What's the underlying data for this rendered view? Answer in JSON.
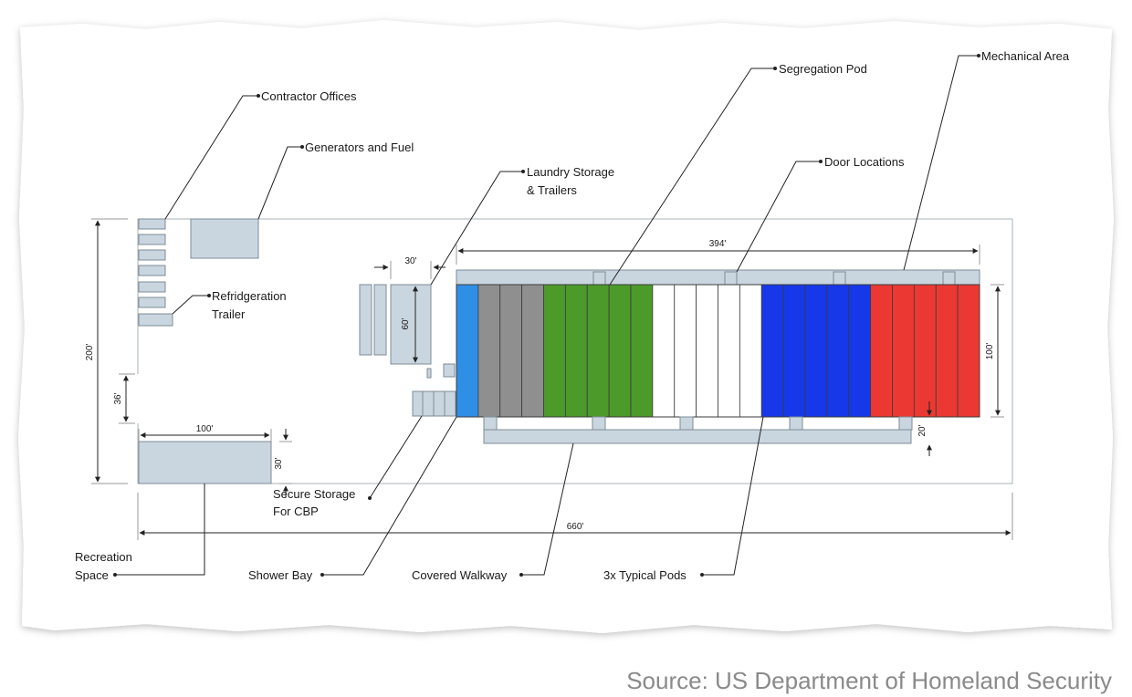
{
  "labels": {
    "contractor_offices": "Contractor Offices",
    "generators": "Generators and Fuel",
    "laundry_1": "Laundry Storage",
    "laundry_2": "& Trailers",
    "segregation": "Segregation Pod",
    "mechanical": "Mechanical Area",
    "door_locations": "Door Locations",
    "refrigeration_1": "Refridgeration",
    "refrigeration_2": "Trailer",
    "secure_1": "Secure Storage",
    "secure_2": "For CBP",
    "recreation_1": "Recreation",
    "recreation_2": "Space",
    "shower": "Shower Bay",
    "walkway": "Covered Walkway",
    "typical_pods": "3x Typical Pods"
  },
  "dimensions": {
    "d200": "200'",
    "d36": "36'",
    "d100_rec": "100'",
    "d30_rec": "30'",
    "d30_top": "30'",
    "d60": "60'",
    "d394": "394'",
    "d100_pods": "100'",
    "d20": "20'",
    "d660": "660'"
  },
  "source": "Source: US Department of Homeland Security",
  "colors": {
    "block_fill": "#c9d6e0",
    "block_stroke": "#7e8c96",
    "light_blue": "#2f8fe6",
    "gray": "#8f8f8f",
    "green": "#4c9a2a",
    "white": "#ffffff",
    "blue": "#1638e8",
    "red": "#ec3832"
  },
  "pod_groups": [
    {
      "color": "#2f8fe6",
      "count": 1
    },
    {
      "color": "#8f8f8f",
      "count": 3
    },
    {
      "color": "#4c9a2a",
      "count": 5
    },
    {
      "color": "#ffffff",
      "count": 5
    },
    {
      "color": "#1638e8",
      "count": 5
    },
    {
      "color": "#ec3832",
      "count": 5
    }
  ]
}
